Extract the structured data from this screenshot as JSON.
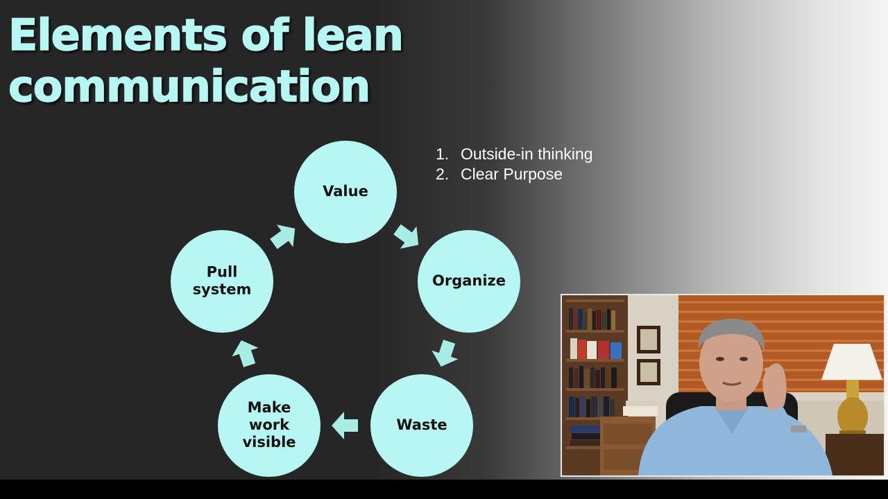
{
  "slide": {
    "title_line1": "Elements of lean",
    "title_line2": "communication",
    "list": [
      {
        "number": "1.",
        "text": "Outside-in thinking"
      },
      {
        "number": "2.",
        "text": "Clear Purpose"
      }
    ],
    "cycle_nodes": [
      {
        "lines": [
          "Value"
        ]
      },
      {
        "lines": [
          "Organize"
        ]
      },
      {
        "lines": [
          "Waste"
        ]
      },
      {
        "lines": [
          "Make",
          "work",
          "visible"
        ]
      },
      {
        "lines": [
          "Pull",
          "system"
        ]
      }
    ],
    "colors": {
      "title": "#b6f7f3",
      "node_fill": "#b6f7f3",
      "arrow_fill": "#a9ece6",
      "background": "#262626"
    }
  },
  "webcam": {
    "description_icon": "presenter-video-icon"
  }
}
